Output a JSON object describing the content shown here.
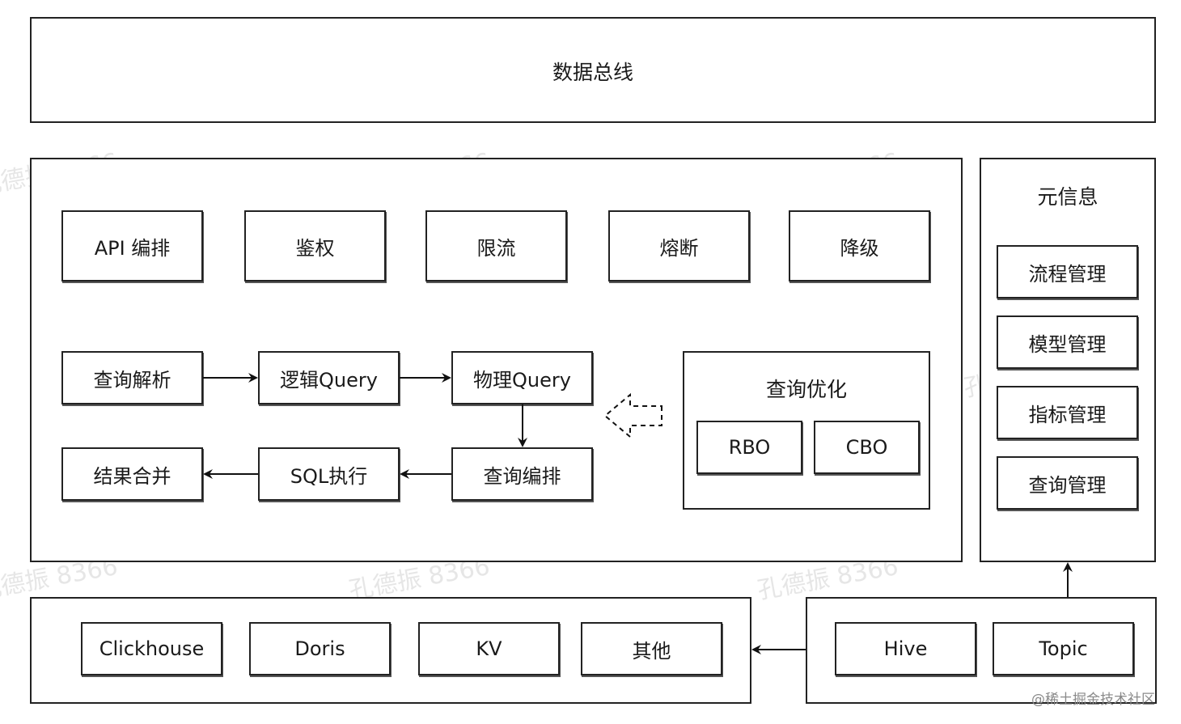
{
  "bus": {
    "title": "数据总线"
  },
  "gateway": {
    "top_nodes": [
      "API 编排",
      "鉴权",
      "限流",
      "熔断",
      "降级"
    ],
    "pipeline": {
      "parse": "查询解析",
      "logical": "逻辑Query",
      "physical": "物理Query",
      "orchestrate": "查询编排",
      "sql_exec": "SQL执行",
      "merge": "结果合并"
    },
    "optimizer": {
      "title": "查询优化",
      "rbo": "RBO",
      "cbo": "CBO"
    }
  },
  "meta": {
    "title": "元信息",
    "items": [
      "流程管理",
      "模型管理",
      "指标管理",
      "查询管理"
    ]
  },
  "storage": {
    "items": [
      "Clickhouse",
      "Doris",
      "KV",
      "其他"
    ]
  },
  "sources": {
    "items": [
      "Hive",
      "Topic"
    ]
  },
  "watermark": {
    "text": "孔德振 8366",
    "credit": "@稀土掘金技术社区"
  }
}
